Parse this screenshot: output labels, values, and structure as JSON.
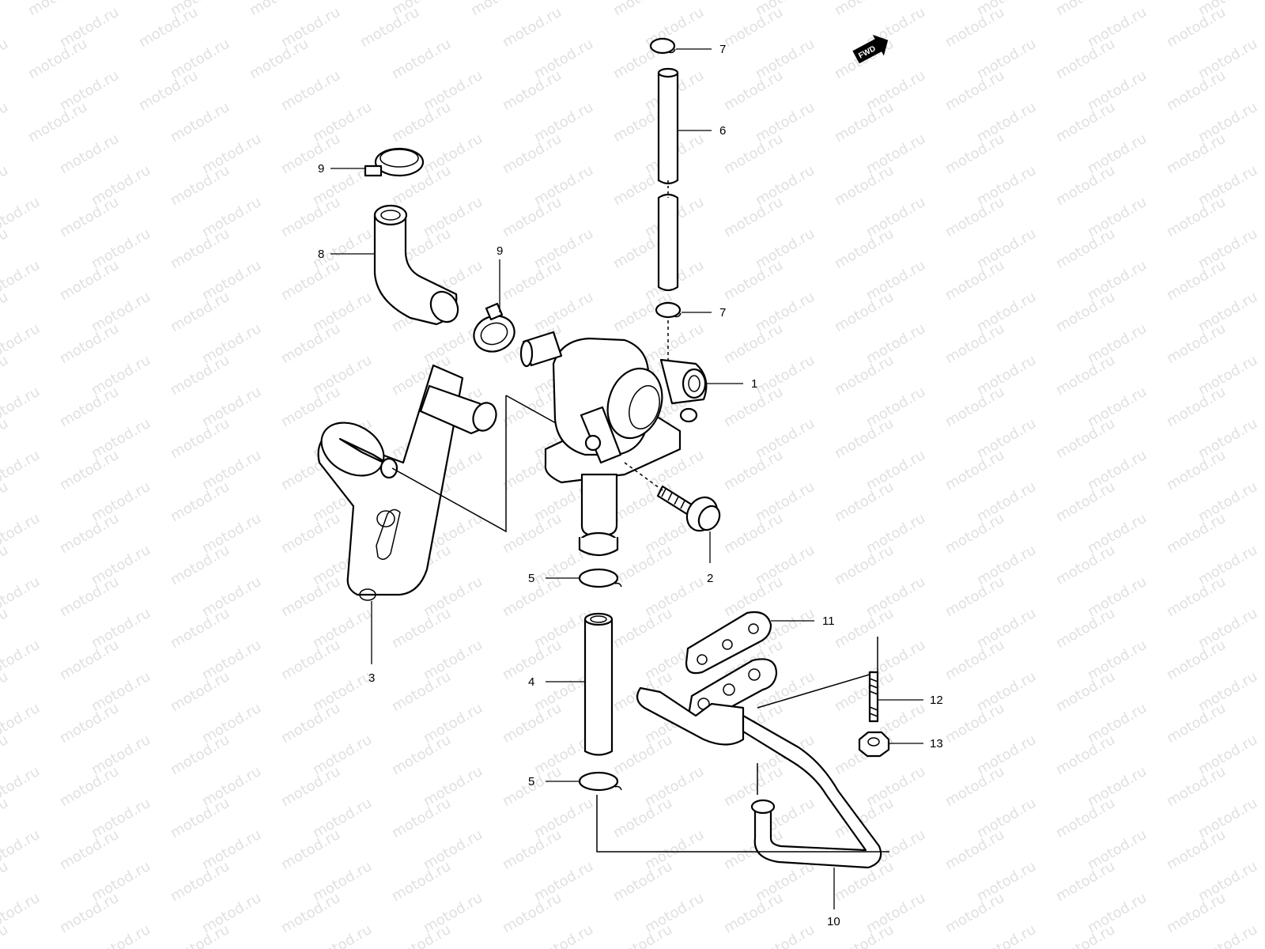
{
  "watermark": "motod.ru",
  "direction_badge": {
    "text": "FWD",
    "icon": "direction-arrow-icon"
  },
  "callouts": [
    {
      "id": "label-7-top",
      "number": "7"
    },
    {
      "id": "label-6",
      "number": "6"
    },
    {
      "id": "label-9-top",
      "number": "9"
    },
    {
      "id": "label-8",
      "number": "8"
    },
    {
      "id": "label-9-mid",
      "number": "9"
    },
    {
      "id": "label-7-mid",
      "number": "7"
    },
    {
      "id": "label-1",
      "number": "1"
    },
    {
      "id": "label-2",
      "number": "2"
    },
    {
      "id": "label-5-top",
      "number": "5"
    },
    {
      "id": "label-3",
      "number": "3"
    },
    {
      "id": "label-4",
      "number": "4"
    },
    {
      "id": "label-11",
      "number": "11"
    },
    {
      "id": "label-12",
      "number": "12"
    },
    {
      "id": "label-13",
      "number": "13"
    },
    {
      "id": "label-5-bottom",
      "number": "5"
    },
    {
      "id": "label-10",
      "number": "10"
    }
  ],
  "colors": {
    "line": "#000000",
    "background": "#ffffff",
    "watermark": "#c8c8c8"
  }
}
